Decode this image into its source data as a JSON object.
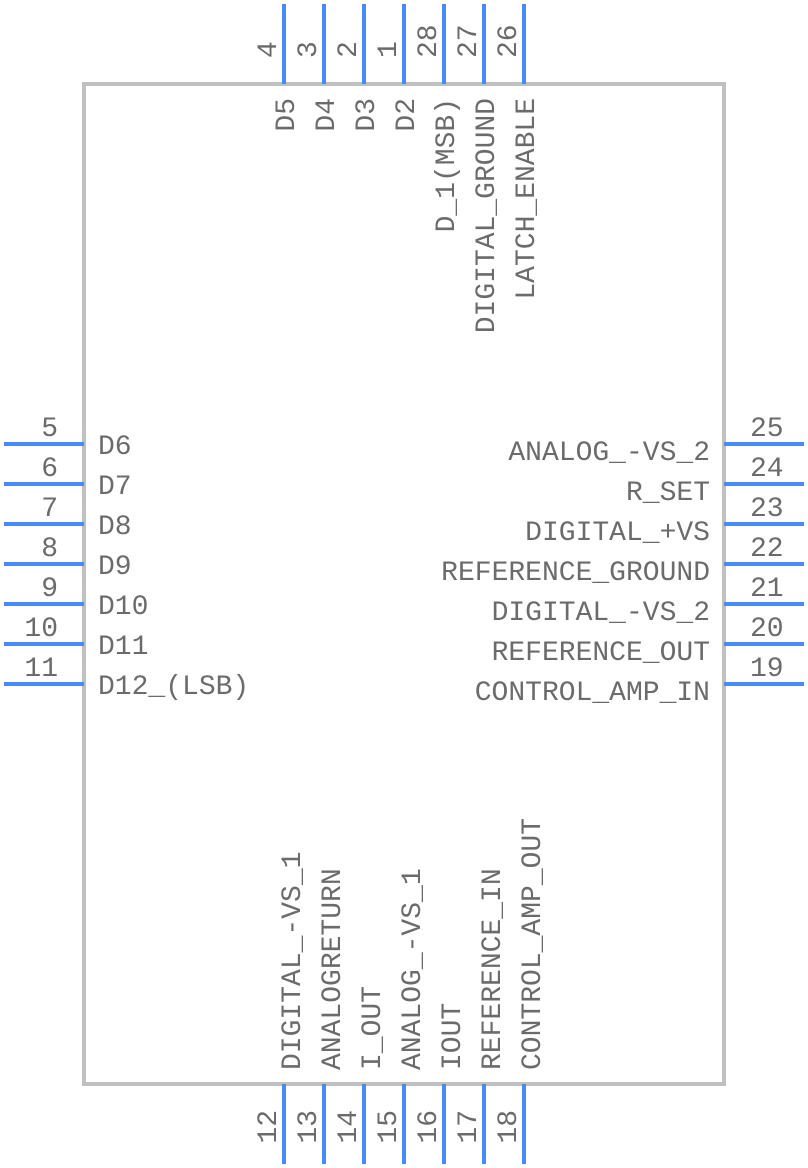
{
  "component": {
    "body_color": "#c0c0c0",
    "pin_color": "#4a8af4",
    "text_color": "#6b6b6b"
  },
  "pins": {
    "left": [
      {
        "number": "5",
        "name": "D6"
      },
      {
        "number": "6",
        "name": "D7"
      },
      {
        "number": "7",
        "name": "D8"
      },
      {
        "number": "8",
        "name": "D9"
      },
      {
        "number": "9",
        "name": "D10"
      },
      {
        "number": "10",
        "name": "D11"
      },
      {
        "number": "11",
        "name": "D12_(LSB)"
      }
    ],
    "right": [
      {
        "number": "25",
        "name": "ANALOG_-VS_2"
      },
      {
        "number": "24",
        "name": "R_SET"
      },
      {
        "number": "23",
        "name": "DIGITAL_+VS"
      },
      {
        "number": "22",
        "name": "REFERENCE_GROUND"
      },
      {
        "number": "21",
        "name": "DIGITAL_-VS_2"
      },
      {
        "number": "20",
        "name": "REFERENCE_OUT"
      },
      {
        "number": "19",
        "name": "CONTROL_AMP_IN"
      }
    ],
    "top": [
      {
        "number": "4",
        "name": "D5"
      },
      {
        "number": "3",
        "name": "D4"
      },
      {
        "number": "2",
        "name": "D3"
      },
      {
        "number": "1",
        "name": "D2"
      },
      {
        "number": "28",
        "name": "D_1(MSB)"
      },
      {
        "number": "27",
        "name": "DIGITAL_GROUND"
      },
      {
        "number": "26",
        "name": "LATCH_ENABLE"
      }
    ],
    "bottom": [
      {
        "number": "12",
        "name": "DIGITAL_-VS_1"
      },
      {
        "number": "13",
        "name": "ANALOGRETURN"
      },
      {
        "number": "14",
        "name": "I_OUT"
      },
      {
        "number": "15",
        "name": "ANALOG_-VS_1"
      },
      {
        "number": "16",
        "name": "IOUT"
      },
      {
        "number": "17",
        "name": "REFERENCE_IN"
      },
      {
        "number": "18",
        "name": "CONTROL_AMP_OUT"
      }
    ]
  }
}
